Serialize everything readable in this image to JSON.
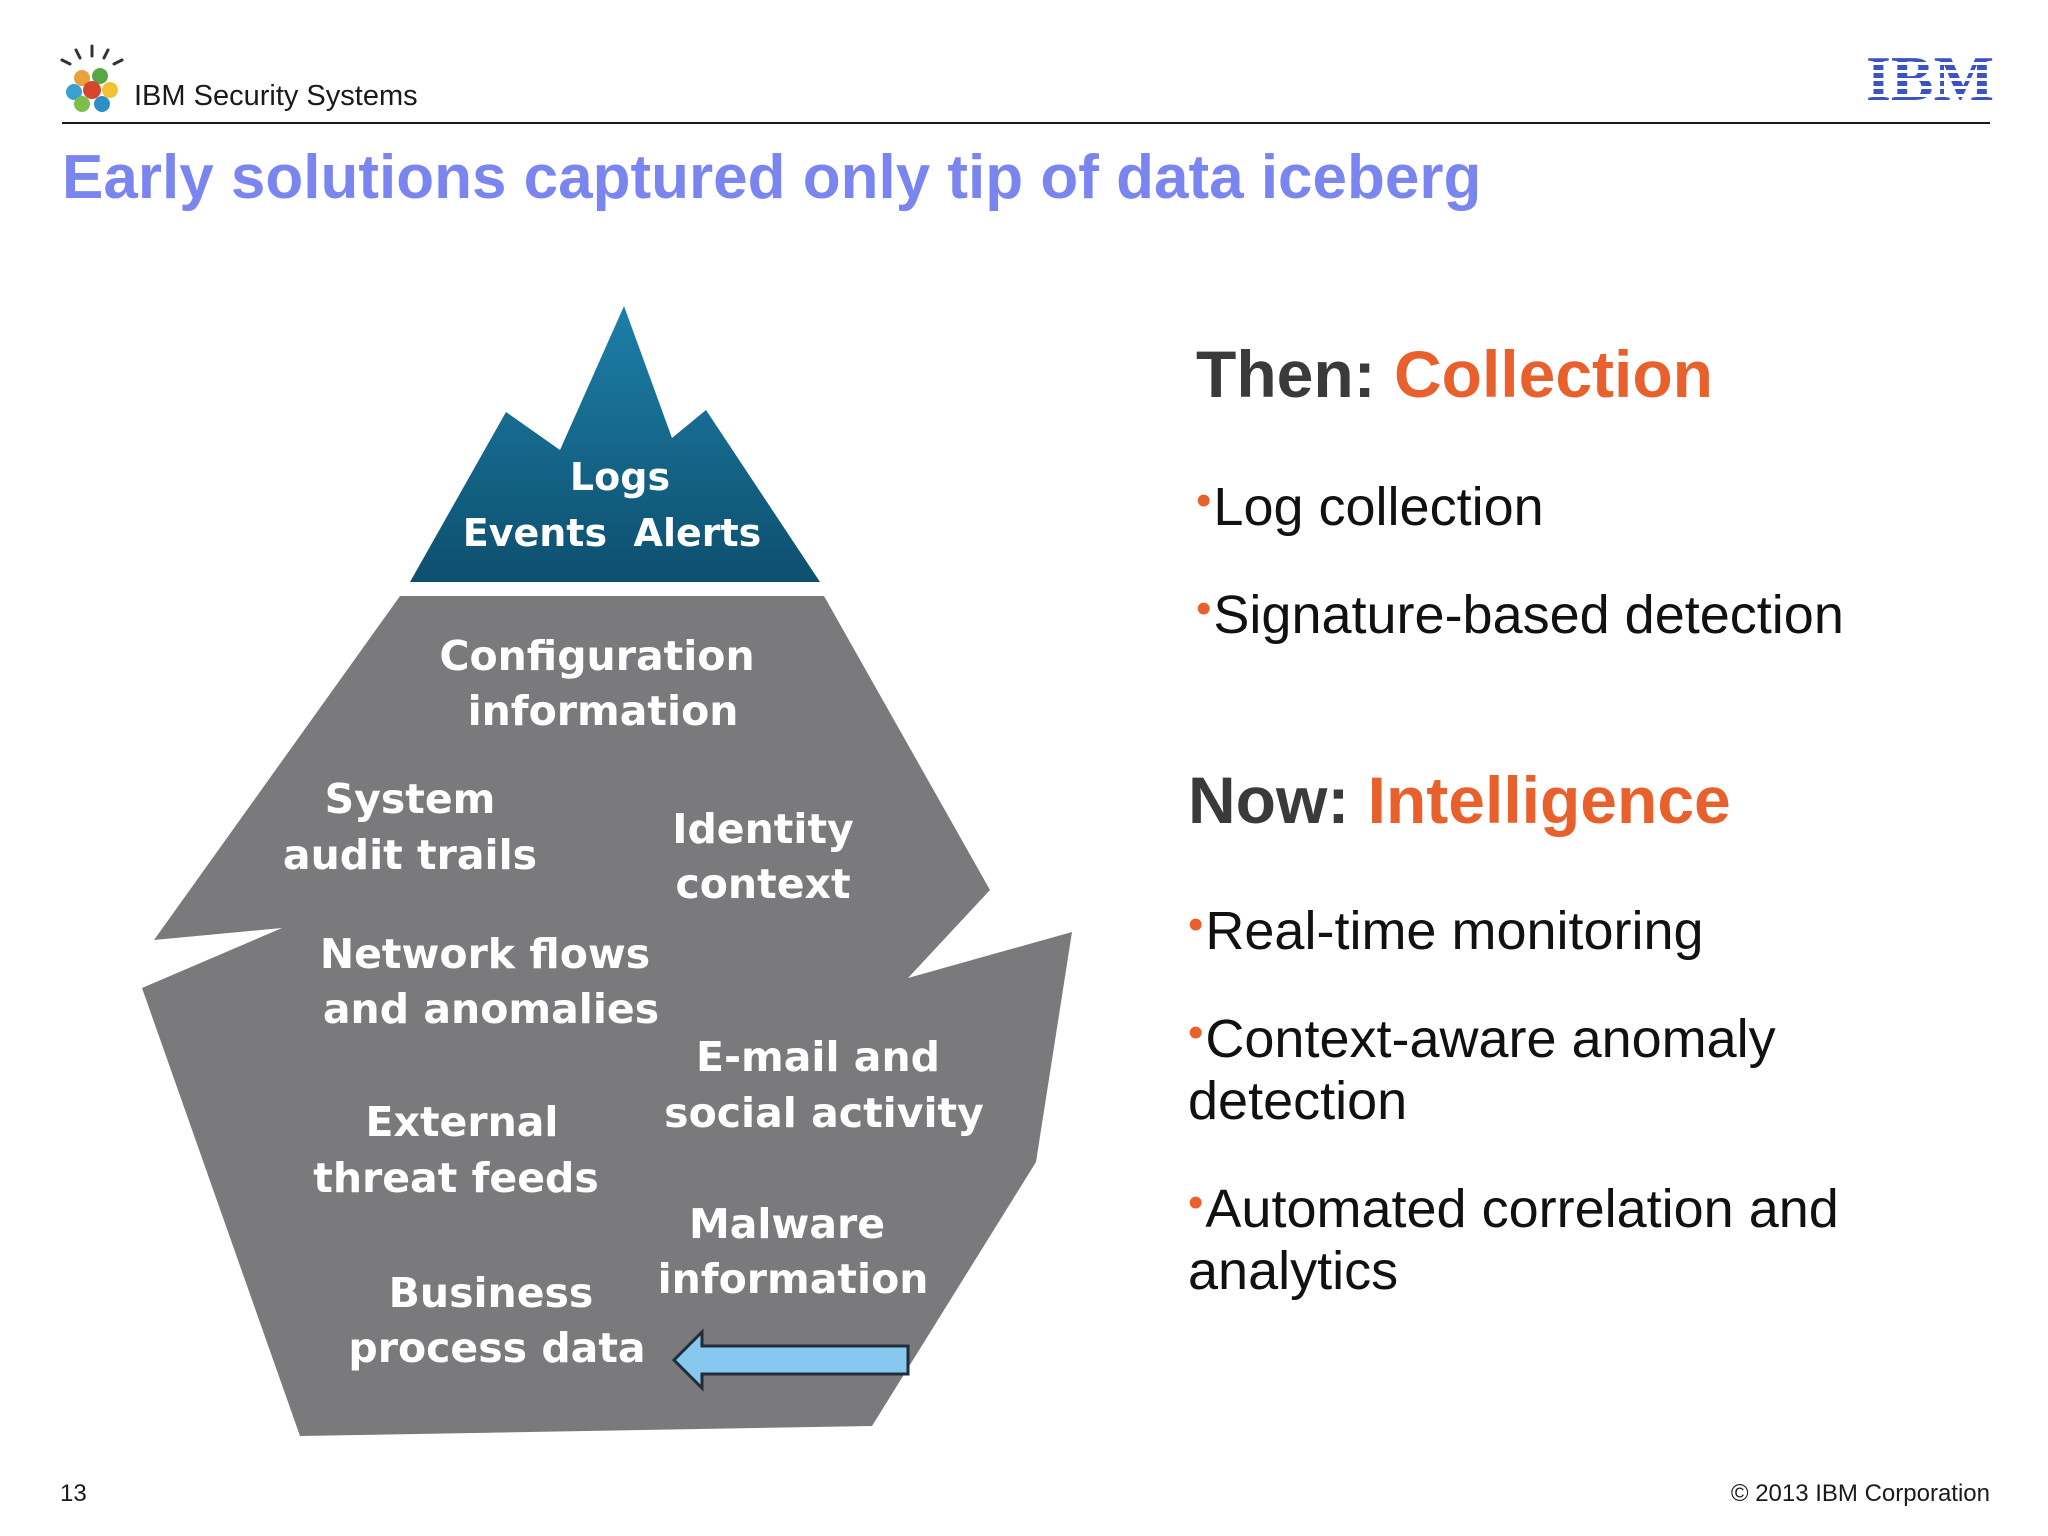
{
  "header": {
    "brand": "IBM Security Systems",
    "logo_text": "IBM"
  },
  "title": "Early solutions captured only tip of data iceberg",
  "iceberg": {
    "tip_labels": [
      "Logs",
      "Events  Alerts"
    ],
    "body_labels": {
      "configuration": [
        "Configuration",
        "information"
      ],
      "system_audit": [
        "System",
        "audit trails"
      ],
      "identity": [
        "Identity",
        "context"
      ],
      "network": [
        "Network flows",
        "and anomalies"
      ],
      "email": [
        "E-mail and",
        "social activity"
      ],
      "external": [
        "External",
        "threat feeds"
      ],
      "malware": [
        "Malware",
        "information"
      ],
      "business": [
        "Business",
        "process data"
      ]
    },
    "colors": {
      "tip": "#0d4f6e",
      "body": "#7a7a7c",
      "arrow": "#88c8ee"
    }
  },
  "then": {
    "prefix": "Then: ",
    "accent": "Collection",
    "bullets": [
      "Log collection",
      "Signature-based detection"
    ]
  },
  "now": {
    "prefix": "Now: ",
    "accent": "Intelligence",
    "bullets": [
      "Real-time monitoring",
      "Context-aware anomaly detection",
      "Automated correlation and analytics"
    ]
  },
  "footer": {
    "page": "13",
    "copyright": "© 2013 IBM Corporation"
  },
  "icons": [
    "ibm-security-logo-icon",
    "ibm-logo",
    "left-arrow-icon"
  ]
}
